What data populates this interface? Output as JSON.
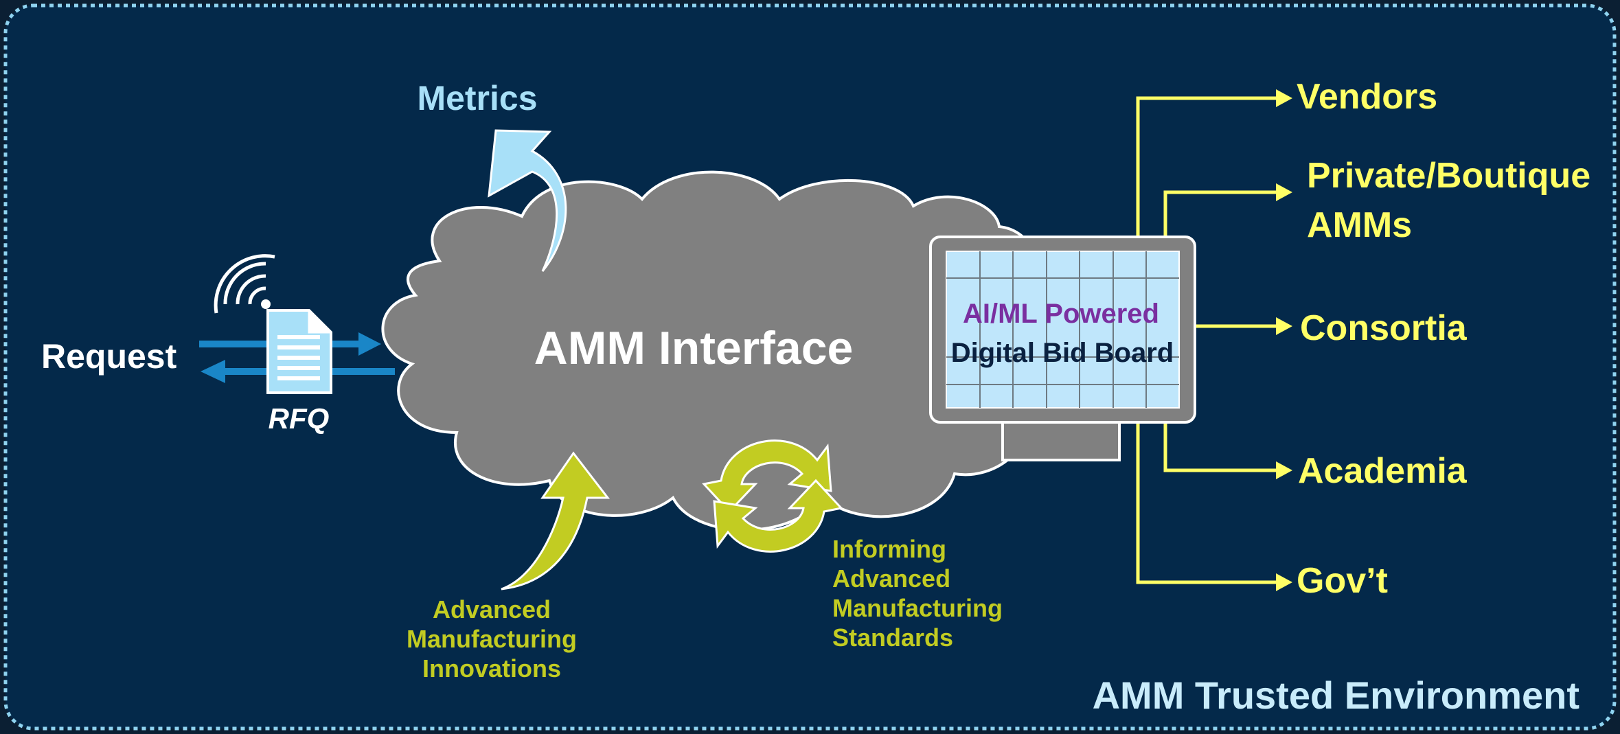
{
  "colors": {
    "panel_bg": "#04294a",
    "panel_border": "#8fd3f0",
    "cloud_fill": "#808080",
    "cloud_stroke": "#ffffff",
    "yellow": "#ffff66",
    "lime": "#c2cc22",
    "light_blue": "#a8e0f8",
    "rfq_blue": "#1a86c7",
    "purple": "#7a2fa0",
    "navy_text": "#0a2140",
    "white": "#ffffff"
  },
  "left": {
    "request_label": "Request",
    "rfq_label": "RFQ",
    "icons": [
      "wifi-signal-icon",
      "document-icon"
    ]
  },
  "cloud": {
    "title": "AMM Interface"
  },
  "metrics": {
    "label": "Metrics"
  },
  "innovations": {
    "lines": [
      "Advanced",
      "Manufacturing",
      "Innovations"
    ]
  },
  "standards": {
    "lines": [
      "Informing",
      "Advanced",
      "Manufacturing",
      "Standards"
    ]
  },
  "monitor": {
    "line1": "AI/ML Powered",
    "line2": "Digital Bid Board"
  },
  "destinations": [
    "Vendors",
    "Private/Boutique",
    "AMMs",
    "Consortia",
    "Academia",
    "Gov’t"
  ],
  "footer": {
    "label": "AMM Trusted Environment"
  }
}
